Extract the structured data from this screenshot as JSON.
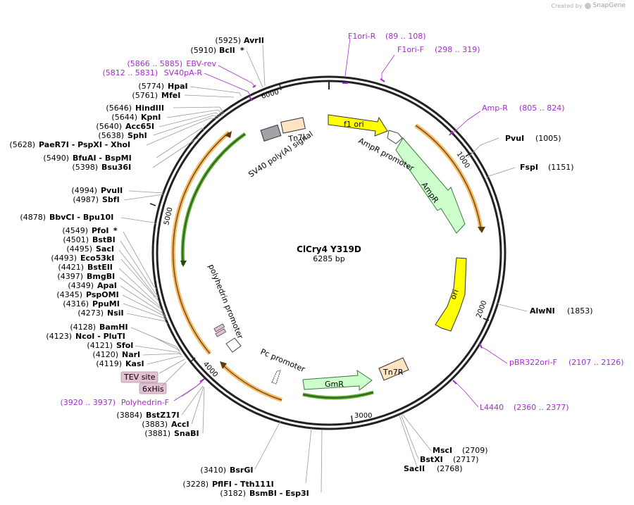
{
  "credit": {
    "created_by": "Created by",
    "brand": "SnapGene"
  },
  "plasmid": {
    "name": "ClCry4 Y319D",
    "length_label": "6285 bp"
  },
  "ticks": [
    "1000",
    "2000",
    "3000",
    "4000",
    "5000",
    "6000"
  ],
  "sites_left": [
    {
      "pos": "(5925)",
      "name": "AvrII",
      "star": ""
    },
    {
      "pos": "(5910)",
      "name": "BclI",
      "star": " *"
    },
    {
      "pos": "(5774)",
      "name": "HpaI",
      "star": ""
    },
    {
      "pos": "(5761)",
      "name": "MfeI",
      "star": ""
    },
    {
      "pos": "(5646)",
      "name": "HindIII",
      "star": ""
    },
    {
      "pos": "(5644)",
      "name": "KpnI",
      "star": ""
    },
    {
      "pos": "(5640)",
      "name": "Acc65I",
      "star": ""
    },
    {
      "pos": "(5638)",
      "name": "SphI",
      "star": ""
    },
    {
      "pos": "(5628)",
      "name": "PaeR7I - PspXI - XhoI",
      "star": ""
    },
    {
      "pos": "(5490)",
      "name": "BfuAI - BspMI",
      "star": ""
    },
    {
      "pos": "(5398)",
      "name": "Bsu36I",
      "star": ""
    },
    {
      "pos": "(4994)",
      "name": "PvuII",
      "star": ""
    },
    {
      "pos": "(4987)",
      "name": "SbfI",
      "star": ""
    },
    {
      "pos": "(4878)",
      "name": "BbvCI - Bpu10I",
      "star": ""
    },
    {
      "pos": "(4549)",
      "name": "PfoI",
      "star": " *"
    },
    {
      "pos": "(4501)",
      "name": "BstBI",
      "star": ""
    },
    {
      "pos": "(4495)",
      "name": "SacI",
      "star": ""
    },
    {
      "pos": "(4493)",
      "name": "Eco53kI",
      "star": ""
    },
    {
      "pos": "(4421)",
      "name": "BstEII",
      "star": ""
    },
    {
      "pos": "(4397)",
      "name": "BmgBI",
      "star": ""
    },
    {
      "pos": "(4349)",
      "name": "ApaI",
      "star": ""
    },
    {
      "pos": "(4345)",
      "name": "PspOMI",
      "star": ""
    },
    {
      "pos": "(4316)",
      "name": "PpuMI",
      "star": ""
    },
    {
      "pos": "(4273)",
      "name": "NsiI",
      "star": ""
    },
    {
      "pos": "(4128)",
      "name": "BamHI",
      "star": ""
    },
    {
      "pos": "(4123)",
      "name": "NcoI - PluTI",
      "star": ""
    },
    {
      "pos": "(4121)",
      "name": "SfoI",
      "star": ""
    },
    {
      "pos": "(4120)",
      "name": "NarI",
      "star": ""
    },
    {
      "pos": "(4119)",
      "name": "KasI",
      "star": ""
    },
    {
      "pos": "(3884)",
      "name": "BstZ17I",
      "star": ""
    },
    {
      "pos": "(3883)",
      "name": "AccI",
      "star": ""
    },
    {
      "pos": "(3881)",
      "name": "SnaBI",
      "star": ""
    }
  ],
  "sites_bottom": [
    {
      "pos": "(3410)",
      "name": "BsrGI"
    },
    {
      "pos": "(3228)",
      "name": "PflFI - Tth111I"
    },
    {
      "pos": "(3182)",
      "name": "BsmBI - Esp3I"
    }
  ],
  "sites_right": [
    {
      "name": "PvuI",
      "pos": "(1005)"
    },
    {
      "name": "FspI",
      "pos": "(1151)"
    },
    {
      "name": "AlwNI",
      "pos": "(1853)"
    },
    {
      "name": "MscI",
      "pos": "(2709)"
    },
    {
      "name": "BstXI",
      "pos": "(2717)"
    },
    {
      "name": "SacII",
      "pos": "(2768)"
    }
  ],
  "primers": [
    {
      "name": "F1ori-R",
      "range": "(89 .. 108)"
    },
    {
      "name": "F1ori-F",
      "range": "(298 .. 319)"
    },
    {
      "name": "Amp-R",
      "range": "(805 .. 824)"
    },
    {
      "name": "pBR322ori-F",
      "range": "(2107 .. 2126)"
    },
    {
      "name": "L4440",
      "range": "(2360 .. 2377)"
    },
    {
      "name": "EBV-rev",
      "range": "(5866 .. 5885)"
    },
    {
      "name": "SV40pA-R",
      "range": "(5812 .. 5831)"
    },
    {
      "name": "Polyhedrin-F",
      "range": "(3920 .. 3937)"
    }
  ],
  "features": {
    "f1_ori": "f1 ori",
    "ampr_promoter": "AmpR promoter",
    "ampr": "AmpR",
    "ori": "ori",
    "tn7r": "Tn7R",
    "gmr": "GmR",
    "pc_promoter": "Pc promoter",
    "polyhedrin_promoter": "polyhedrin promoter",
    "sv40_polya": "SV40 poly(A) signal",
    "tn7l": "Tn7L",
    "tev_site": "TEV site",
    "his_tag": "6xHis"
  },
  "colors": {
    "backbone": "#222222",
    "primer": "#a52bd0",
    "f1_ori": "#ffff00",
    "ampr": "#ccffcc",
    "ori": "#ffff00",
    "gmr": "#ccffcc",
    "tn7": "#ffe4c4",
    "sv40": "#a0a4a8",
    "orf_orange": "#f5b860",
    "orf_green": "#5aa832",
    "tag_pink": "#e3c0d4"
  }
}
